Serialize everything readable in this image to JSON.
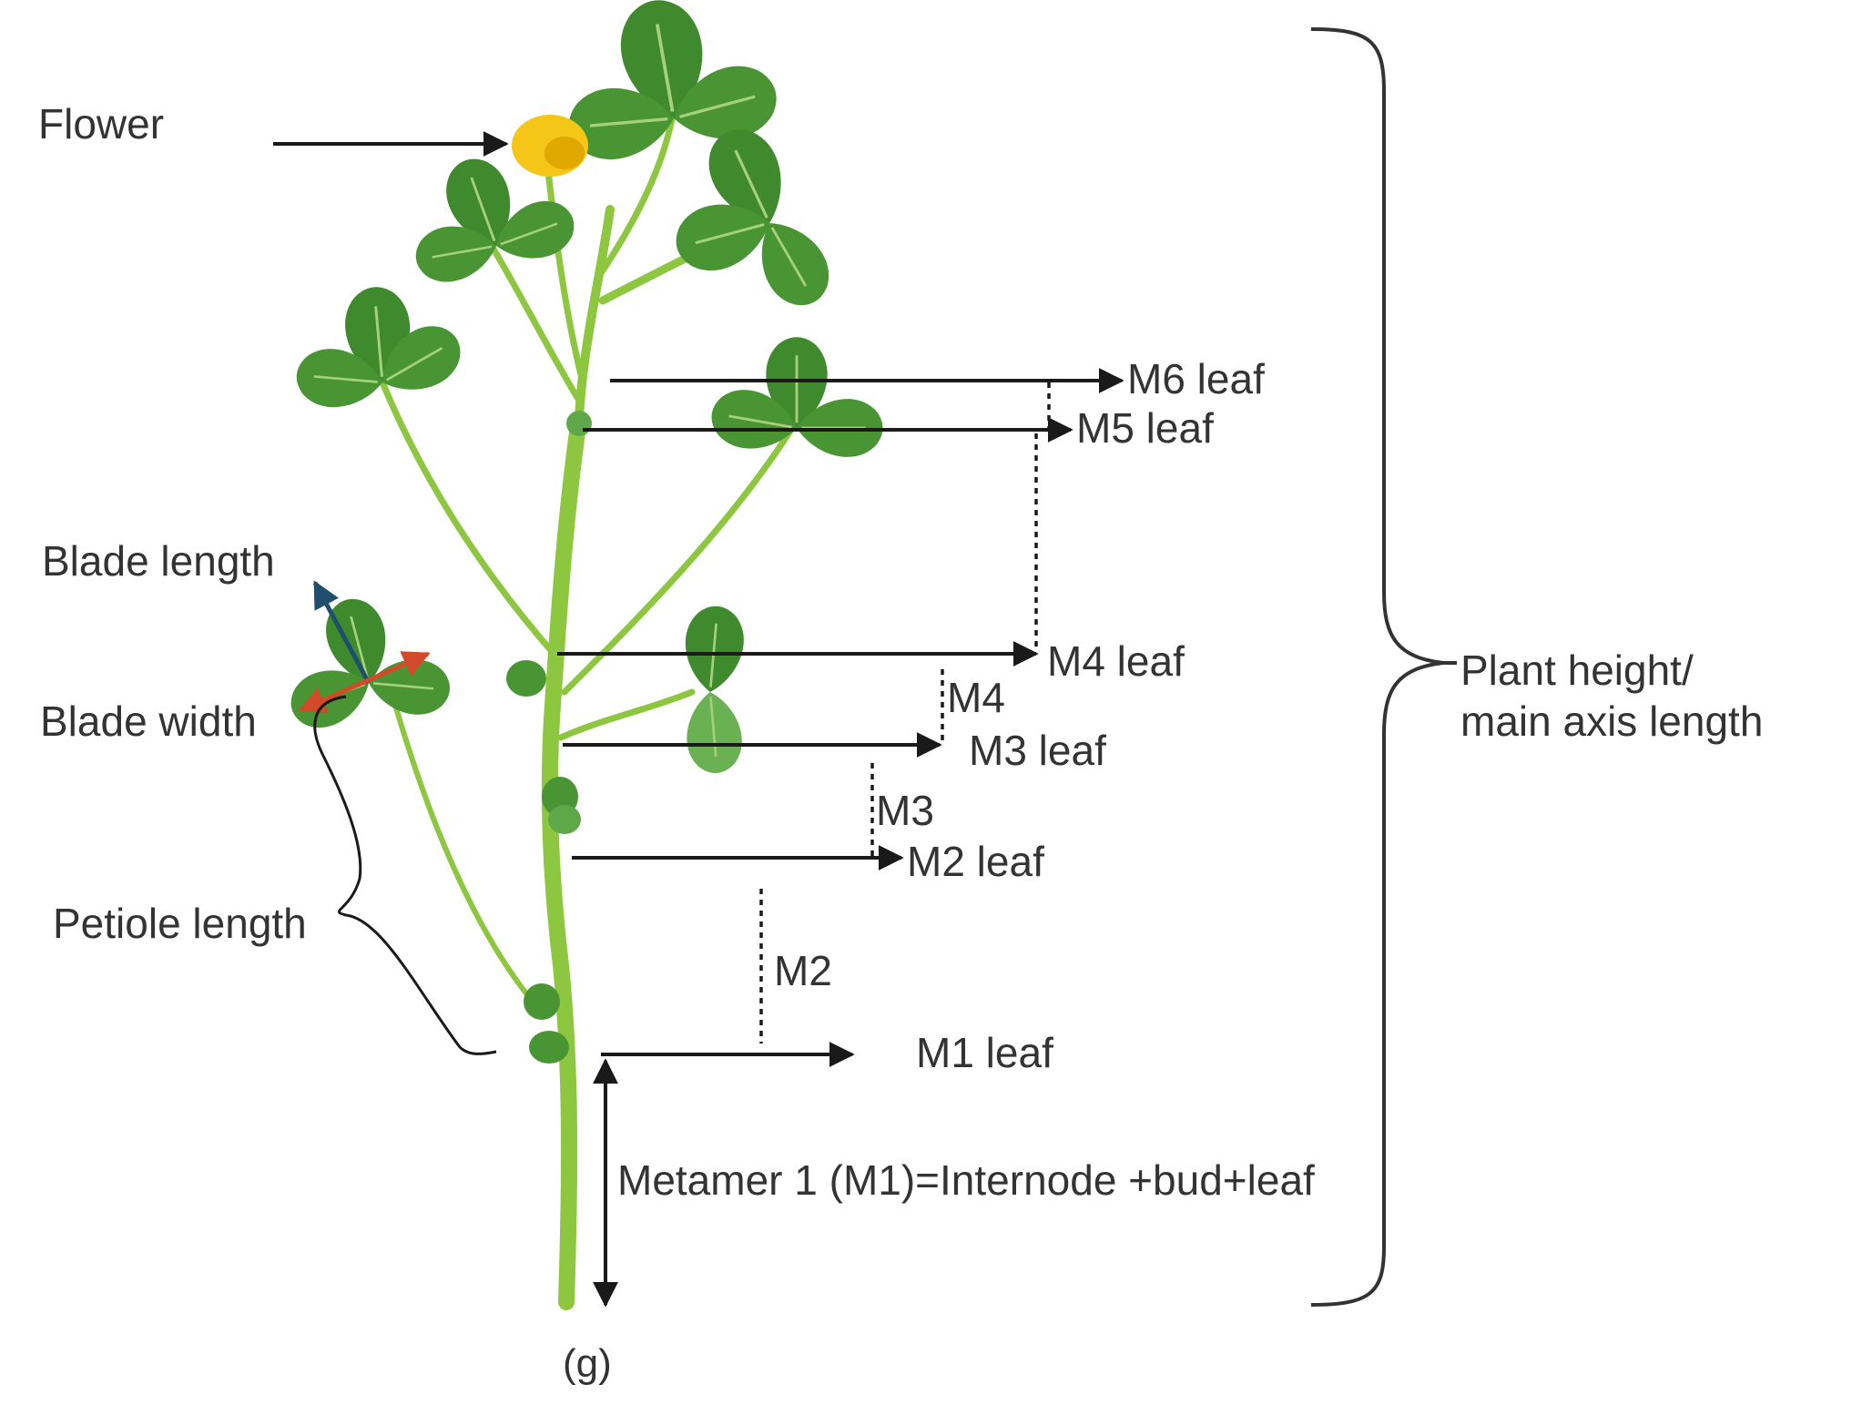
{
  "labels": {
    "flower": "Flower",
    "blade_length": "Blade length",
    "blade_width": "Blade width",
    "petiole_length": "Petiole length",
    "m6_leaf": "M6 leaf",
    "m5_leaf": "M5 leaf",
    "m4_leaf": "M4 leaf",
    "m3_leaf": "M3 leaf",
    "m2_leaf": "M2 leaf",
    "m1_leaf": "M1 leaf",
    "m4": "M4",
    "m3": "M3",
    "m2": "M2",
    "metamer_definition": "Metamer 1 (M1)=Internode +bud+leaf",
    "plant_height_line1": "Plant height/",
    "plant_height_line2": "main axis length",
    "panel": "(g)"
  },
  "colors": {
    "leaf_dark": "#3f8a2c",
    "leaf_light": "#5ea84a",
    "stem": "#8dc63f",
    "flower": "#f5c518",
    "arrow": "#1a1a1a",
    "blade_length_arrow": "#1f4e6e",
    "blade_width_arrow": "#d24a2a"
  }
}
